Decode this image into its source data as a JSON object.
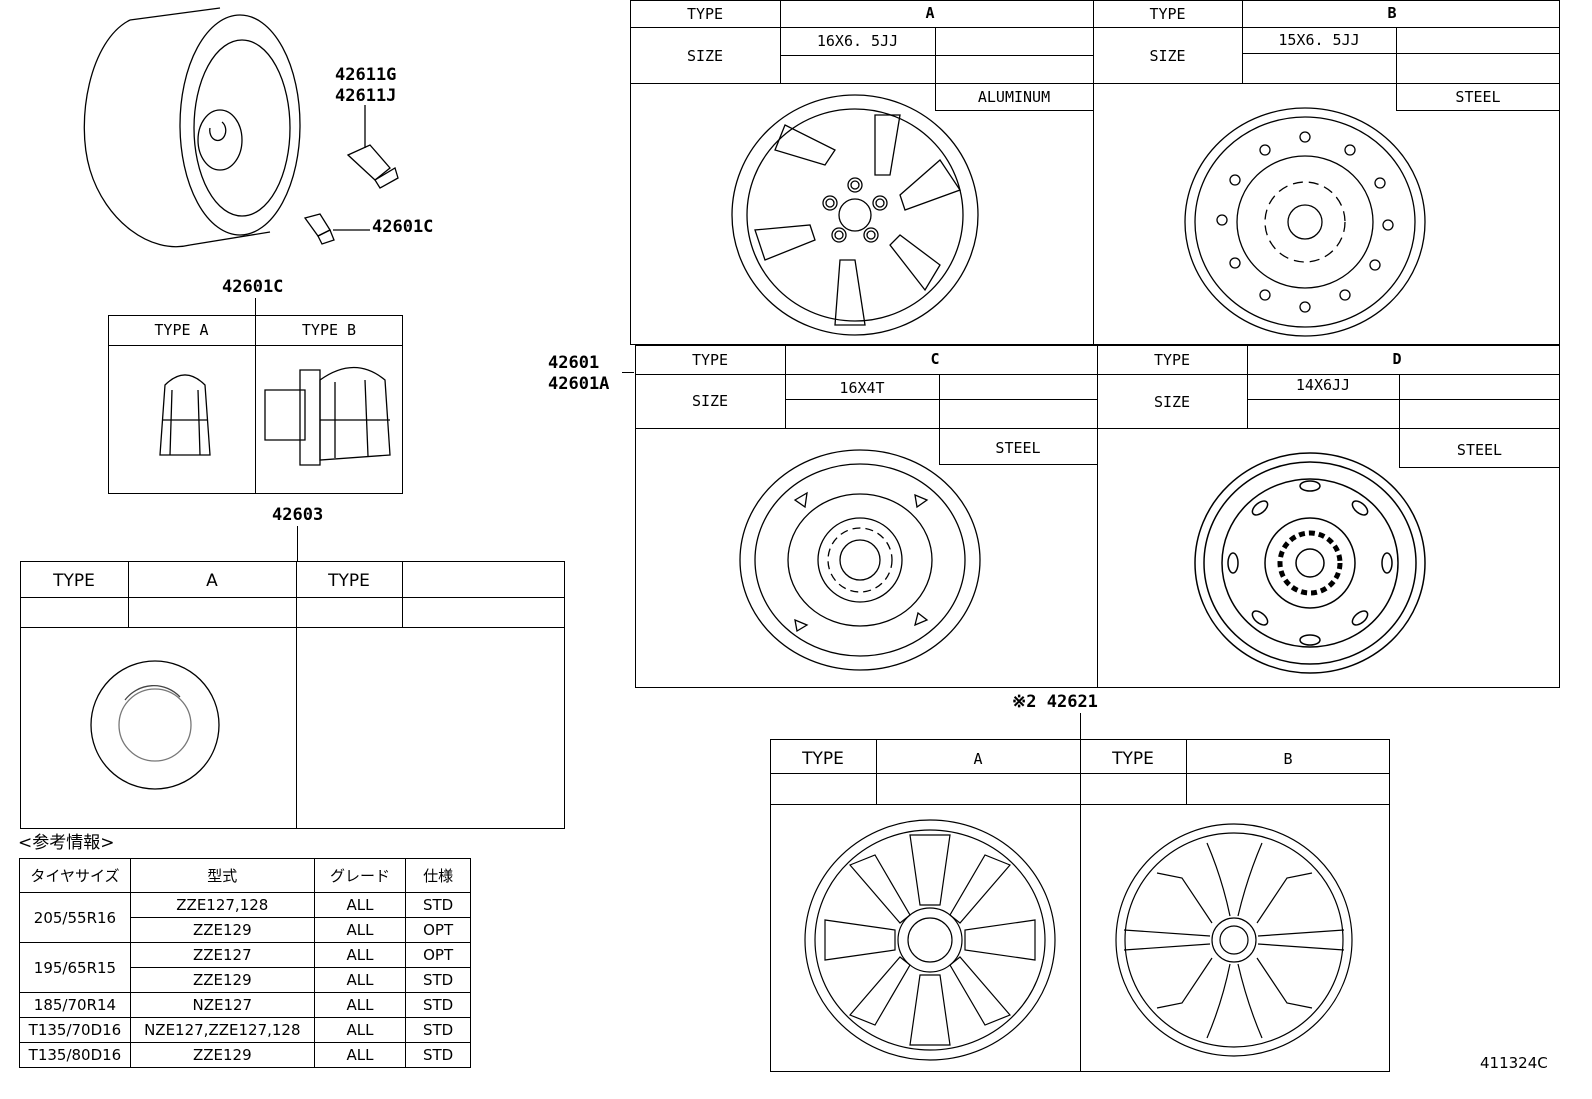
{
  "callouts": {
    "valve_1": "42611G",
    "valve_2": "42611J",
    "nut_right": "42601C",
    "nut_top": "42601C",
    "center_cap": "42603",
    "wheel_1": "42601",
    "wheel_2": "42601A",
    "ornament_mark": "※2",
    "ornament": "42621"
  },
  "nut_table": {
    "type_a": "TYPE A",
    "type_b": "TYPE B"
  },
  "cap_table": {
    "type_label": "TYPE",
    "type_value": "A",
    "type_label_2": "TYPE",
    "type_value_2": ""
  },
  "wheels": [
    {
      "type_label": "TYPE",
      "type": "A",
      "size_label": "SIZE",
      "size": "16X6. 5JJ",
      "material": "ALUMINUM"
    },
    {
      "type_label": "TYPE",
      "type": "B",
      "size_label": "SIZE",
      "size": "15X6. 5JJ",
      "material": "STEEL"
    },
    {
      "type_label": "TYPE",
      "type": "C",
      "size_label": "SIZE",
      "size": "16X4T",
      "material": "STEEL"
    },
    {
      "type_label": "TYPE",
      "type": "D",
      "size_label": "SIZE",
      "size": "14X6JJ",
      "material": "STEEL"
    }
  ],
  "ornaments": [
    {
      "type_label": "TYPE",
      "type": "A"
    },
    {
      "type_label": "TYPE",
      "type": "B"
    }
  ],
  "reference": {
    "heading": "<参考情報>",
    "headers": [
      "タイヤサイズ",
      "型式",
      "グレード",
      "仕様"
    ],
    "rows": [
      {
        "tire": "205/55R16",
        "model": "ZZE127,128",
        "grade": "ALL",
        "spec": "STD"
      },
      {
        "tire": "",
        "model": "ZZE129",
        "grade": "ALL",
        "spec": "OPT"
      },
      {
        "tire": "195/65R15",
        "model": "ZZE127",
        "grade": "ALL",
        "spec": "OPT"
      },
      {
        "tire": "",
        "model": "ZZE129",
        "grade": "ALL",
        "spec": "STD"
      },
      {
        "tire": "185/70R14",
        "model": "NZE127",
        "grade": "ALL",
        "spec": "STD"
      },
      {
        "tire": "T135/70D16",
        "model": "NZE127,ZZE127,128",
        "grade": "ALL",
        "spec": "STD"
      },
      {
        "tire": "T135/80D16",
        "model": "ZZE129",
        "grade": "ALL",
        "spec": "STD"
      }
    ]
  },
  "figure_code": "411324C"
}
